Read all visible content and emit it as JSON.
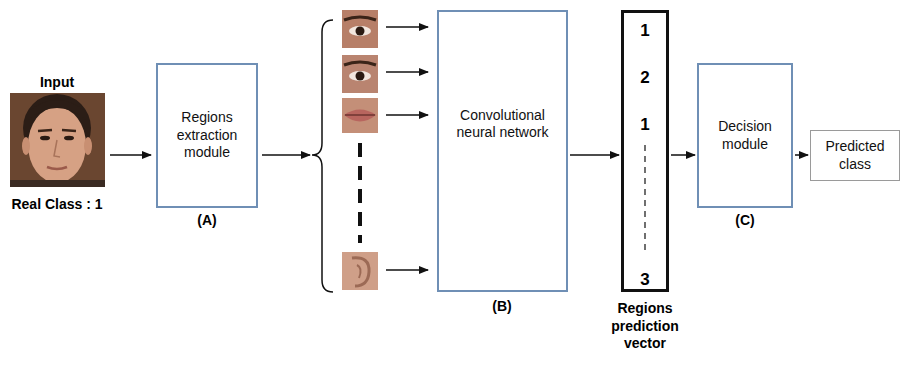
{
  "diagram": {
    "nodes": [
      {
        "text": [
          "Regions extraction module"
        ]
      },
      {
        "text": [
          "Convolutional neural network"
        ]
      },
      {
        "text": [
          "1",
          "2",
          "1",
          "3"
        ]
      },
      {
        "text": [
          "Decision module"
        ]
      },
      {
        "text": [
          "Predicted class"
        ]
      }
    ],
    "edges": [
      {
        "from": 1,
        "to": 2,
        "arrow": "to"
      },
      {
        "from": 2,
        "to": 3,
        "arrow": "to"
      },
      {
        "from": 3,
        "to": 4,
        "arrow": "to"
      }
    ],
    "labels": [
      "Input",
      "Real Class : 1",
      "(A)",
      "(B)",
      "Regions prediction vector",
      "(C)"
    ]
  }
}
